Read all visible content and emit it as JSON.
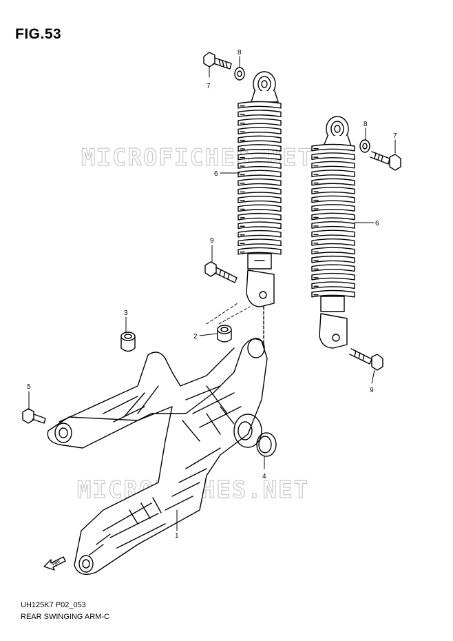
{
  "figure": {
    "title": "FIG.53",
    "model_code": "UH125K7 P02_053",
    "name": "REAR SWINGING ARM-C"
  },
  "watermark": "MICROFICHES.NET",
  "fwd_label": "FWD",
  "callouts": [
    "1",
    "2",
    "3",
    "4",
    "5",
    "6",
    "6",
    "7",
    "7",
    "8",
    "8",
    "9",
    "9"
  ],
  "colors": {
    "line": "#000000",
    "watermark": "#c8c8c8",
    "background": "#ffffff"
  }
}
